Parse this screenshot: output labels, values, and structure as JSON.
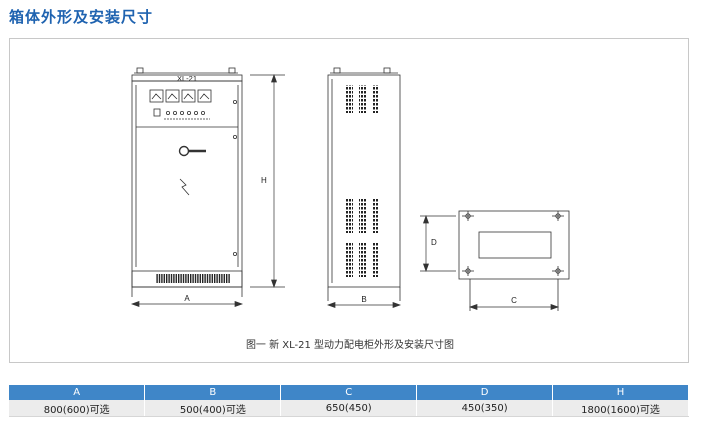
{
  "page": {
    "title": "箱体外形及安装尺寸"
  },
  "drawing": {
    "front_label": "XL-21",
    "dim_labels": {
      "A": "A",
      "B": "B",
      "C": "C",
      "D": "D",
      "H": "H"
    },
    "caption": "图一 新 XL-21 型动力配电柜外形及安装尺寸图"
  },
  "table": {
    "headers": [
      "A",
      "B",
      "C",
      "D",
      "H"
    ],
    "rows": [
      [
        "800(600)可选",
        "500(400)可选",
        "650(450)",
        "450(350)",
        "1800(1600)可选"
      ]
    ]
  },
  "colors": {
    "title": "#1f63b0",
    "table_header": "#3f86c8",
    "table_cell": "#ececec"
  }
}
